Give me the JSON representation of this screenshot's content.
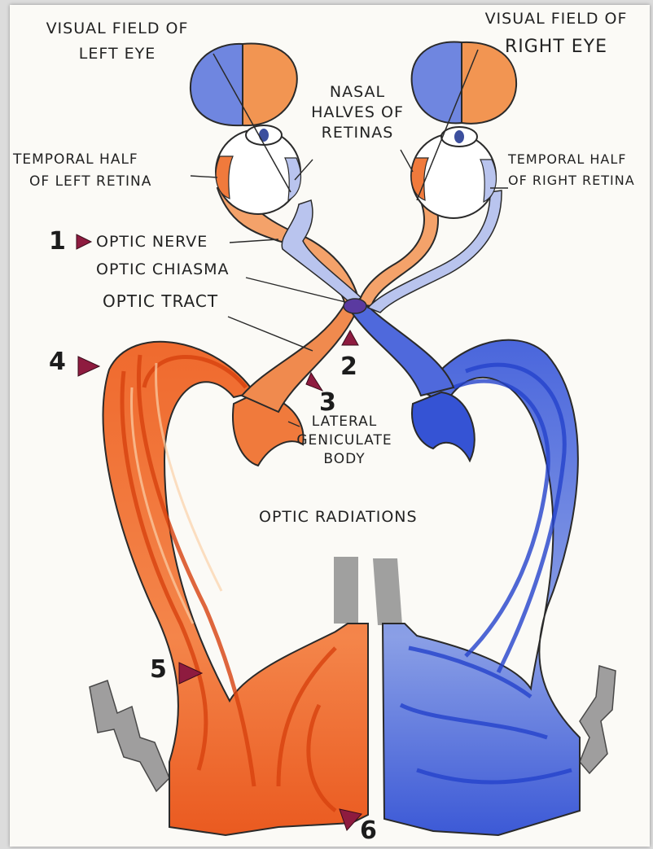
{
  "labels": {
    "visual_field_left_l1": "VISUAL FIELD OF",
    "visual_field_left_l2": "LEFT EYE",
    "visual_field_right_l1": "VISUAL FIELD OF",
    "visual_field_right_l2": "RIGHT EYE",
    "nasal_l1": "NASAL",
    "nasal_l2": "HALVES OF",
    "nasal_l3": "RETINAS",
    "temporal_left_l1": "TEMPORAL HALF",
    "temporal_left_l2": "OF LEFT RETINA",
    "temporal_right_l1": "TEMPORAL HALF",
    "temporal_right_l2": "OF RIGHT RETINA",
    "optic_nerve": "OPTIC NERVE",
    "optic_chiasma": "OPTIC CHIASMA",
    "optic_tract": "OPTIC TRACT",
    "lgb_l1": "LATERAL",
    "lgb_l2": "GENICULATE",
    "lgb_l3": "BODY",
    "optic_radiations": "OPTIC RADIATIONS"
  },
  "markers": [
    "1",
    "2",
    "3",
    "4",
    "5",
    "6"
  ],
  "colors": {
    "paper": "#fbfaf6",
    "orange_dark": "#e8541f",
    "orange_light": "#f4a66f",
    "blue_dark": "#2f4fd4",
    "blue_light": "#a9b7ec",
    "marker": "#8e1b3f",
    "grey": "#8f8f8f"
  }
}
